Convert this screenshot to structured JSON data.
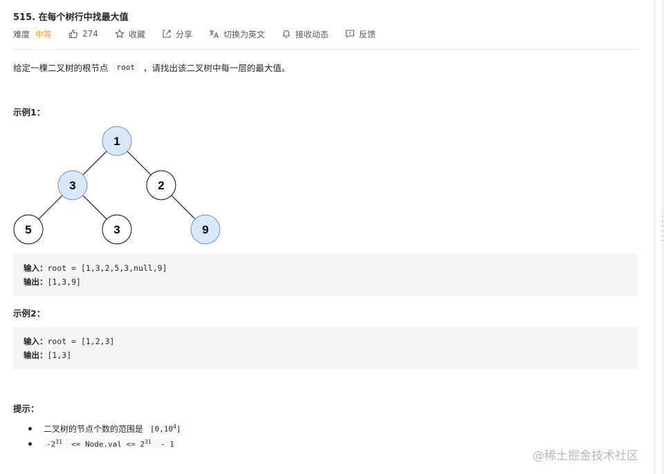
{
  "problem": {
    "title": "515. 在每个树行中找最大值",
    "difficulty_label": "难度",
    "difficulty_value": "中等",
    "likes": "274",
    "favorite_label": "收藏",
    "share_label": "分享",
    "translate_label": "切换为英文",
    "follow_label": "接收动态",
    "feedback_label": "反馈"
  },
  "description": {
    "text_before": "给定一棵二叉树的根节点",
    "code": "root",
    "text_after": "，请找出该二叉树中每一层的最大值。"
  },
  "example1": {
    "title": "示例1：",
    "input_label": "输入：",
    "input_value": "root = [1,3,2,5,3,null,9]",
    "output_label": "输出：",
    "output_value": "[1,3,9]"
  },
  "example2": {
    "title": "示例2：",
    "input_label": "输入：",
    "input_value": "root = [1,2,3]",
    "output_label": "输出：",
    "output_value": "[1,3]"
  },
  "hints": {
    "title": "提示：",
    "item1_text": "二叉树的节点个数的范围是",
    "item1_code_prefix": "[0,10",
    "item1_code_exp": "4",
    "item1_code_suffix": "]",
    "item2_prefix": "-2",
    "item2_exp1": "31",
    "item2_middle": "<= Node.val <= 2",
    "item2_exp2": "31",
    "item2_suffix": "- 1"
  },
  "tree": {
    "nodes": [
      {
        "label": "1",
        "highlight": true
      },
      {
        "label": "3",
        "highlight": true
      },
      {
        "label": "2",
        "highlight": false
      },
      {
        "label": "5",
        "highlight": false
      },
      {
        "label": "3",
        "highlight": false
      },
      {
        "label": "9",
        "highlight": true
      }
    ],
    "highlight_fill": "#d9e8fb",
    "highlight_stroke": "#6c8ebf"
  },
  "watermark": "@稀土掘金技术社区",
  "colors": {
    "accent": "#ffa116",
    "code_bg": "#f4f5f6"
  }
}
